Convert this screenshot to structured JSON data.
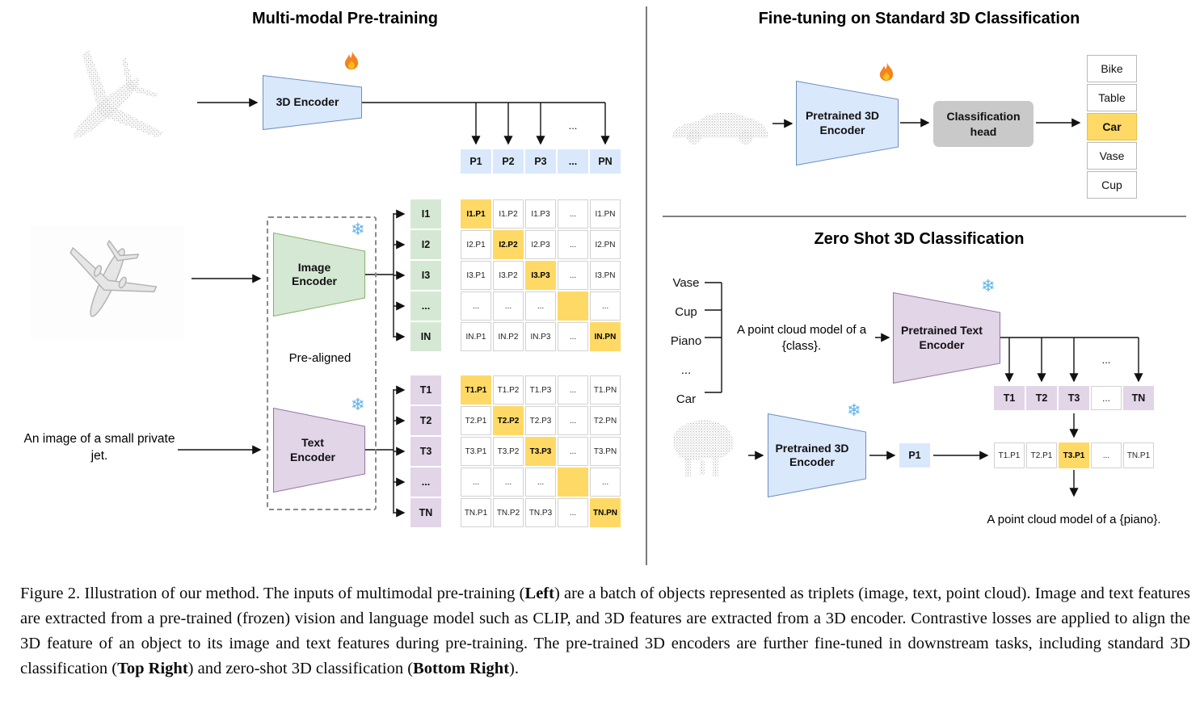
{
  "left": {
    "title": "Multi-modal Pre-training",
    "encoder_3d_label": "3D Encoder",
    "image_encoder_label": "Image Encoder",
    "text_encoder_label": "Text Encoder",
    "pre_aligned_label": "Pre-aligned",
    "input_text": "An image of a small private jet.",
    "bus_dots": "...",
    "p_row": [
      "P1",
      "P2",
      "P3",
      "...",
      "PN"
    ],
    "i_col": [
      "I1",
      "I2",
      "I3",
      "...",
      "IN"
    ],
    "t_col": [
      "T1",
      "T2",
      "T3",
      "...",
      "TN"
    ],
    "i_matrix": [
      [
        "I1.P1",
        "I1.P2",
        "I1.P3",
        "...",
        "I1.PN"
      ],
      [
        "I2.P1",
        "I2.P2",
        "I2.P3",
        "...",
        "I2.PN"
      ],
      [
        "I3.P1",
        "I3.P2",
        "I3.P3",
        "...",
        "I3.PN"
      ],
      [
        "...",
        "...",
        "...",
        "",
        "..."
      ],
      [
        "IN.P1",
        "IN.P2",
        "IN.P3",
        "...",
        "IN.PN"
      ]
    ],
    "t_matrix": [
      [
        "T1.P1",
        "T1.P2",
        "T1.P3",
        "...",
        "T1.PN"
      ],
      [
        "T2.P1",
        "T2.P2",
        "T2.P3",
        "...",
        "T2.PN"
      ],
      [
        "T3.P1",
        "T3.P2",
        "T3.P3",
        "...",
        "T3.PN"
      ],
      [
        "...",
        "...",
        "...",
        "",
        "..."
      ],
      [
        "TN.P1",
        "TN.P2",
        "TN.P3",
        "...",
        "TN.PN"
      ]
    ]
  },
  "top_right": {
    "title": "Fine-tuning on Standard 3D Classification",
    "encoder_label": "Pretrained 3D Encoder",
    "head_label": "Classification head",
    "classes": [
      "Bike",
      "Table",
      "Car",
      "Vase",
      "Cup"
    ],
    "highlighted_class": "Car"
  },
  "bottom_right": {
    "title": "Zero Shot 3D Classification",
    "class_words": [
      "Vase",
      "Cup",
      "Piano",
      "...",
      "Car"
    ],
    "prompt": "A point cloud model of a {class}.",
    "text_encoder_label": "Pretrained Text Encoder",
    "encoder_3d_label": "Pretrained 3D Encoder",
    "t_row": [
      "T1",
      "T2",
      "T3",
      "...",
      "TN"
    ],
    "p_cell": "P1",
    "result_row": [
      "T1.P1",
      "T2.P1",
      "T3.P1",
      "...",
      "TN.P1"
    ],
    "highlighted_result": "T3.P1",
    "result_text": "A point cloud model of a {piano}.",
    "bus_dots": "..."
  },
  "caption": {
    "s0": "Figure 2. Illustration of our method. The inputs of multimodal pre-training (",
    "s1": "Left",
    "s2": ") are a batch of objects represented as triplets (image, text, point cloud). Image and text features are extracted from a pre-trained (frozen) vision and language model such as CLIP, and 3D features are extracted from a 3D encoder. Contrastive losses are applied to align the 3D feature of an object to its image and text features during pre-training. The pre-trained 3D encoders are further fine-tuned in downstream tasks, including standard 3D classification (",
    "s3": "Top Right",
    "s4": ") and zero-shot 3D classification (",
    "s5": "Bottom Right",
    "s6": ")."
  },
  "icons": {
    "fire_icon": "flame",
    "snowflake_icon": "❄"
  },
  "colors": {
    "blue": "#dae8fc",
    "green": "#d5e8d4",
    "purple": "#e1d5e7",
    "orange": "#ffd966",
    "head_gray": "#c9c9c9"
  }
}
